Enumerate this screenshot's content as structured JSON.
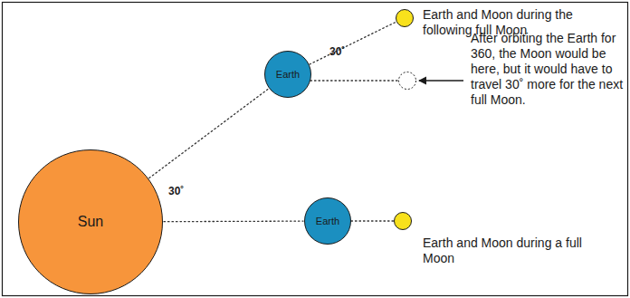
{
  "diagram": {
    "nodes": [
      {
        "text": [
          "Earth"
        ]
      },
      {
        "text": [
          "Sun"
        ]
      },
      {
        "text": [
          "Earth"
        ]
      }
    ],
    "edges": [
      {
        "from": 1,
        "to": 0,
        "arrow": "none"
      },
      {
        "from": 1,
        "to": 2,
        "arrow": "none"
      }
    ],
    "labels": [
      "Earth and Moon during the following full Moon",
      "30˚",
      "After orbiting the Earth for 360, the Moon would be here, but it would have to travel 30˚ more for the next full Moon.",
      "30˚",
      "Earth and Moon during a full Moon"
    ]
  }
}
